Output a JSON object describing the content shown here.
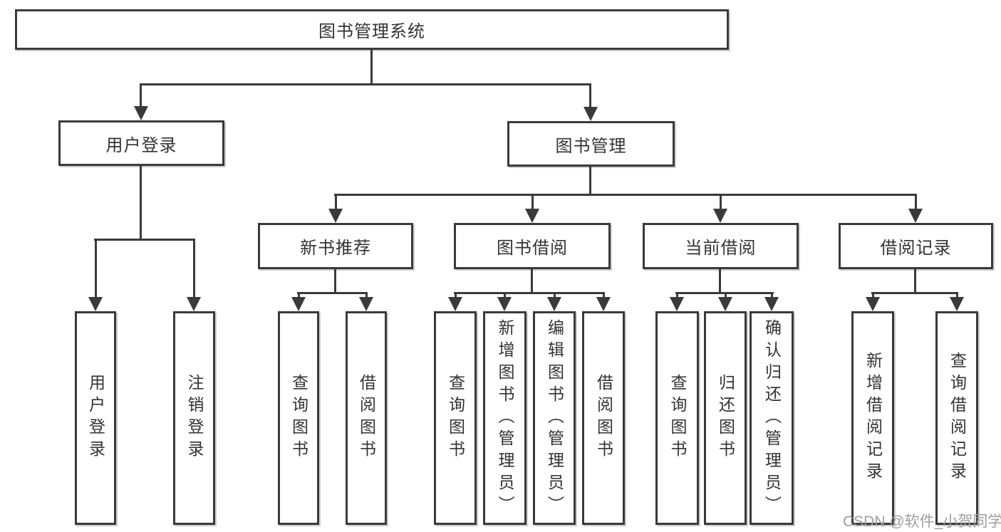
{
  "colors": {
    "line": "#3a3a3a",
    "box_background": "#ffffff",
    "text": "#333333",
    "watermark": "#9e9e9e"
  },
  "diagram": {
    "root": {
      "label": "图书管理系统"
    },
    "level2": [
      {
        "label": "用户登录"
      },
      {
        "label": "图书管理"
      }
    ],
    "level3": [
      {
        "label": "新书推荐",
        "parent": "图书管理"
      },
      {
        "label": "图书借阅",
        "parent": "图书管理"
      },
      {
        "label": "当前借阅",
        "parent": "图书管理"
      },
      {
        "label": "借阅记录",
        "parent": "图书管理"
      }
    ],
    "leaves": [
      {
        "label": "用户登录",
        "parent": "用户登录"
      },
      {
        "label": "注销登录",
        "parent": "用户登录"
      },
      {
        "label": "查询图书",
        "parent": "新书推荐"
      },
      {
        "label": "借阅图书",
        "parent": "新书推荐"
      },
      {
        "label": "查询图书",
        "parent": "图书借阅"
      },
      {
        "label": "新增图书（管理员）",
        "parent": "图书借阅"
      },
      {
        "label": "编辑图书（管理员）",
        "parent": "图书借阅"
      },
      {
        "label": "借阅图书",
        "parent": "图书借阅"
      },
      {
        "label": "查询图书",
        "parent": "当前借阅"
      },
      {
        "label": "归还图书",
        "parent": "当前借阅"
      },
      {
        "label": "确认归还（管理员）",
        "parent": "当前借阅"
      },
      {
        "label": "新增借阅记录",
        "parent": "借阅记录"
      },
      {
        "label": "查询借阅记录",
        "parent": "借阅记录"
      }
    ]
  },
  "watermark": {
    "text": "CSDN @软件_小贺同学"
  }
}
